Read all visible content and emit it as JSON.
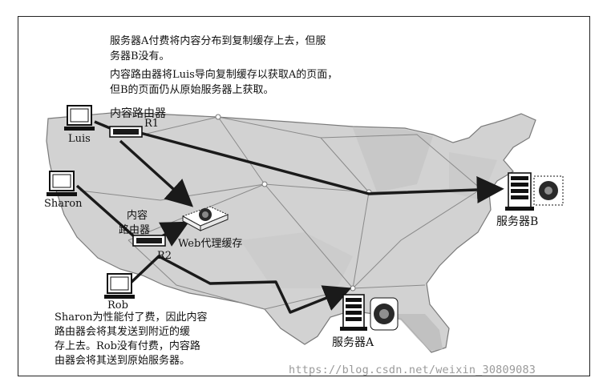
{
  "notes": {
    "top_line1": "服务器A付费将内容分布到复制缓存上去，但服",
    "top_line2": "务器B没有。",
    "mid_line1": "内容路由器将Luis导向复制缓存以获取A的页面，",
    "mid_line2": "但B的页面仍从原始服务器上获取。",
    "bottom_line1": "Sharon为性能付了费，因此内容",
    "bottom_line2": "路由器会将其发送到附近的缓",
    "bottom_line3": "存上去。Rob没有付费，内容路",
    "bottom_line4": "由器会将其送到原始服务器。"
  },
  "labels": {
    "router1": "内容路由器",
    "router1_id": "R1",
    "router2_line1": "内容",
    "router2_line2": "路由器",
    "router2_id": "R2",
    "web_cache": "Web代理缓存",
    "server_a": "服务器A",
    "server_b": "服务器B",
    "luis": "Luis",
    "sharon": "Sharon",
    "rob": "Rob"
  },
  "watermark": "https://blog.csdn.net/weixin_30809083",
  "icons": [
    "computer-icon",
    "router-icon",
    "cache-icon",
    "server-icon",
    "database-icon"
  ],
  "colors": {
    "map_fill": "#d2d2d2",
    "map_stroke": "#777777",
    "arrow": "#1a1a1a"
  }
}
